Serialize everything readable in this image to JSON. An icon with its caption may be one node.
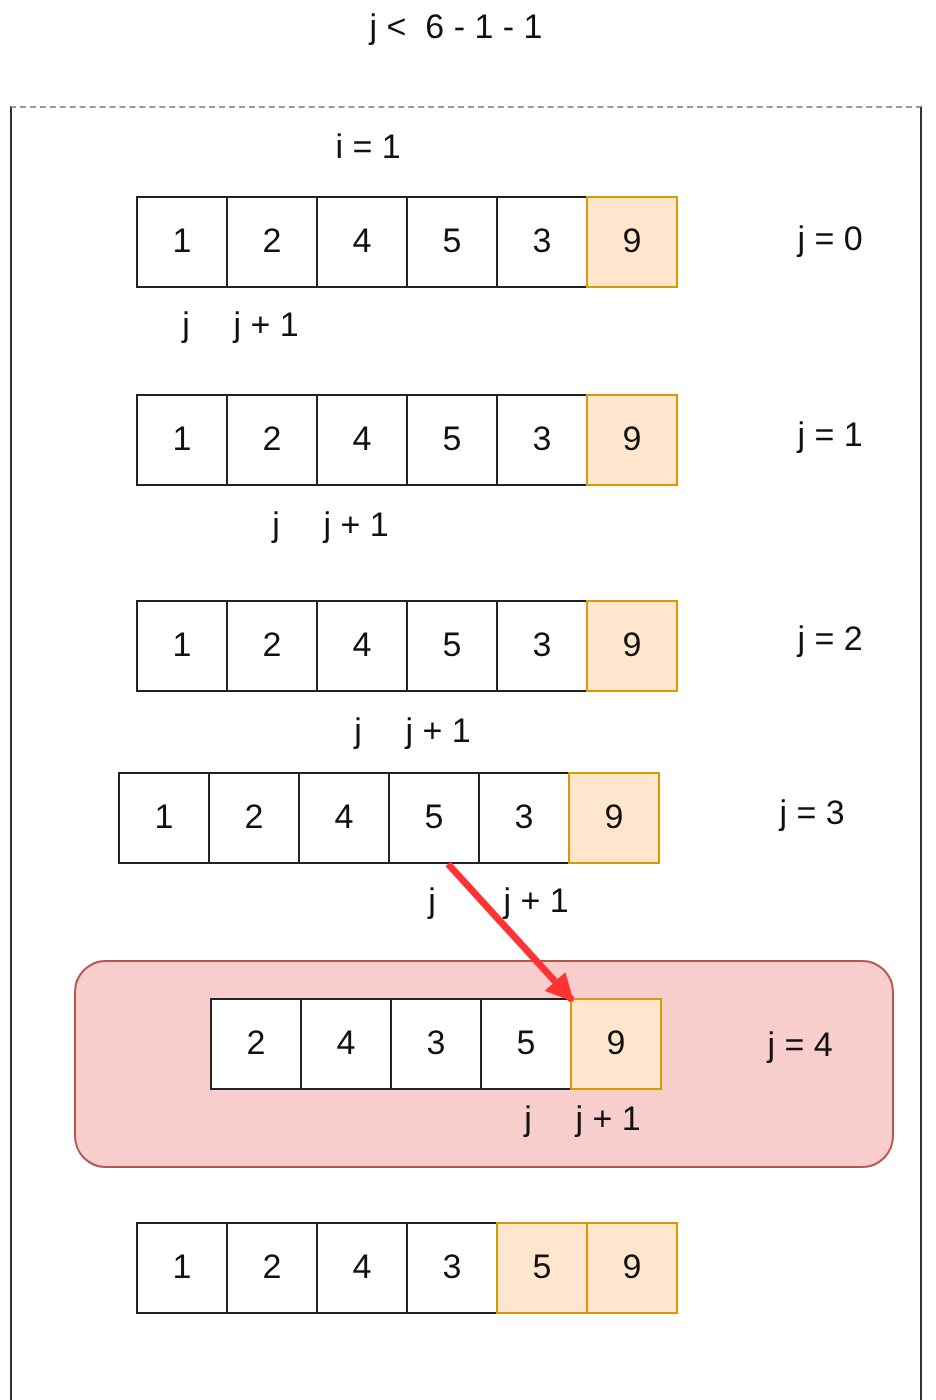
{
  "diagram": {
    "title": "j <  6 - 1 - 1",
    "nodes": [
      {
        "text": [
          "i = 1"
        ]
      },
      {
        "text": [
          "1"
        ],
        "in": 0
      },
      {
        "text": [
          "2"
        ],
        "in": 0
      },
      {
        "text": [
          "4"
        ],
        "in": 0
      },
      {
        "text": [
          "5"
        ],
        "in": 0
      },
      {
        "text": [
          "3"
        ],
        "in": 0
      },
      {
        "text": [
          "9"
        ],
        "in": 0
      },
      {
        "text": [
          "1"
        ],
        "in": 0
      },
      {
        "text": [
          "2"
        ],
        "in": 0
      },
      {
        "text": [
          "4"
        ],
        "in": 0
      },
      {
        "text": [
          "5"
        ],
        "in": 0
      },
      {
        "text": [
          "3"
        ],
        "in": 0
      },
      {
        "text": [
          "9"
        ],
        "in": 0
      },
      {
        "text": [
          "1"
        ],
        "in": 0
      },
      {
        "text": [
          "2"
        ],
        "in": 0
      },
      {
        "text": [
          "4"
        ],
        "in": 0
      },
      {
        "text": [
          "5"
        ],
        "in": 0
      },
      {
        "text": [
          "3"
        ],
        "in": 0
      },
      {
        "text": [
          "9"
        ],
        "in": 0
      },
      {
        "text": [
          "1"
        ],
        "in": 0
      },
      {
        "text": [
          "2"
        ],
        "in": 0
      },
      {
        "text": [
          "4"
        ],
        "in": 0
      },
      {
        "text": [
          "5"
        ],
        "in": 0
      },
      {
        "text": [
          "3"
        ],
        "in": 0
      },
      {
        "text": [
          "9"
        ],
        "in": 0
      },
      {
        "text": [
          "j = 4"
        ],
        "in": 0
      },
      {
        "text": [
          "2"
        ],
        "in": 25
      },
      {
        "text": [
          "4"
        ],
        "in": 25
      },
      {
        "text": [
          "3"
        ],
        "in": 25
      },
      {
        "text": [
          "5"
        ],
        "in": 25
      },
      {
        "text": [
          "9"
        ],
        "in": 25
      },
      {
        "text": [
          "1"
        ],
        "in": 0
      },
      {
        "text": [
          "2"
        ],
        "in": 0
      },
      {
        "text": [
          "4"
        ],
        "in": 0
      },
      {
        "text": [
          "3"
        ],
        "in": 0
      },
      {
        "text": [
          "5"
        ],
        "in": 0
      },
      {
        "text": [
          "9"
        ],
        "in": 0
      }
    ],
    "edges": [
      {
        "from": 22,
        "to": 30,
        "arrow": "to",
        "color": "#ff3333"
      }
    ],
    "labels": [
      "j = 0",
      "j",
      "j + 1",
      "j = 1",
      "j",
      "j + 1",
      "j = 2",
      "j",
      "j + 1",
      "j = 3",
      "j",
      "j + 1",
      "j",
      "j + 1"
    ]
  }
}
